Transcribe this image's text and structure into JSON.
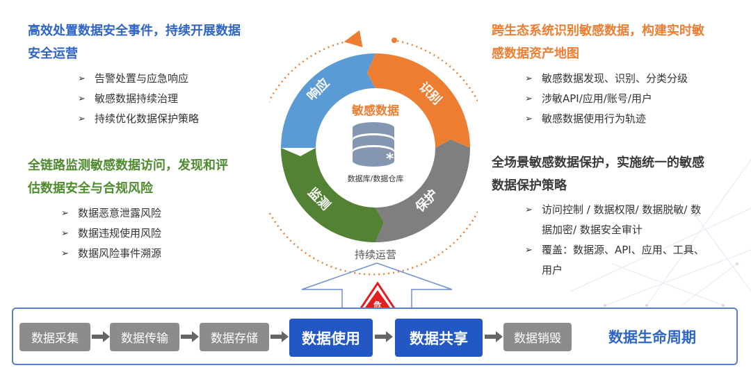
{
  "left_top": {
    "heading": [
      "高效处置数据安全事件，持续开展数据",
      "安全运营"
    ],
    "items": [
      "告警处置与应急响应",
      "敏感数据持续治理",
      "持续优化数据保护策略"
    ]
  },
  "left_bottom": {
    "heading": [
      "全链路监测敏感数据访问，发现和评",
      "估数据安全与合规风险"
    ],
    "items": [
      "数据恶意泄露风险",
      "数据违规使用风险",
      "数据风险事件溯源"
    ]
  },
  "right_top": {
    "heading": [
      "跨生态系统识别敏感数据，构建实时敏",
      "感数据资产地图"
    ],
    "items": [
      "敏感数据发现、识别、分类分级",
      "涉敏API/应用/账号/用户",
      "敏感数据使用行为轨迹"
    ]
  },
  "right_bottom": {
    "heading": [
      "全场景敏感数据保护，实施统一的敏感",
      "数据保护策略"
    ],
    "items": [
      [
        "访问控制 / 数据权限/ 数据脱敏/ 数",
        "据加密/ 数据安全审计"
      ],
      [
        "覆盖：数据源、API、应用、工具、",
        "用户"
      ]
    ]
  },
  "cycle": {
    "center_title": "敏感数据",
    "center_subtitle": "数据库/数据仓库",
    "segments": [
      "响应",
      "识别",
      "保护",
      "监测"
    ],
    "bottom_label": "持续运营",
    "colors": {
      "respond": "#5b9bd5",
      "identify": "#ed7d31",
      "protect": "#7f7f7f",
      "monitor": "#548235"
    }
  },
  "warning_badge": "危",
  "lifecycle": {
    "title": "数据生命周期",
    "steps": [
      "数据采集",
      "数据传输",
      "数据存储",
      "数据使用",
      "数据共享",
      "数据销毁"
    ]
  }
}
